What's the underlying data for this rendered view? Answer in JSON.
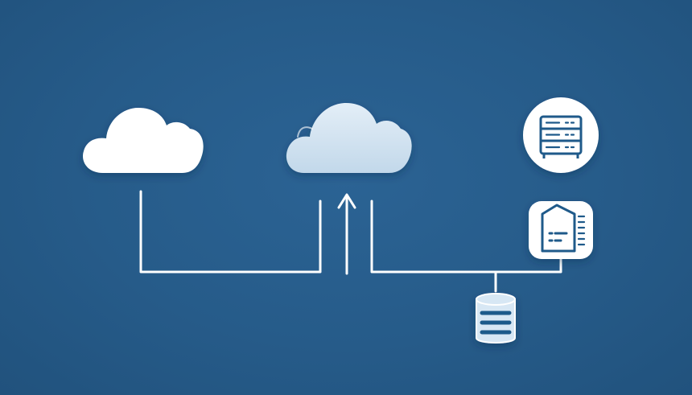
{
  "diagram": {
    "background_color": "#265b89",
    "line_color": "#ffffff",
    "accent_color": "#1f5a8a",
    "light_cloud_color": "#ffffff",
    "tinted_cloud_color": "#d6e6f2",
    "database_fill_color": "#d7e7f4",
    "nodes": [
      {
        "id": "cloud-left",
        "icon": "cloud-icon"
      },
      {
        "id": "cloud-center",
        "icon": "cloud-icon"
      },
      {
        "id": "server-rack",
        "icon": "server-rack-icon"
      },
      {
        "id": "gateway-device",
        "icon": "gateway-icon"
      },
      {
        "id": "database",
        "icon": "database-icon"
      }
    ],
    "connections": [
      {
        "from": "cloud-left",
        "to": "cloud-center",
        "style": "line"
      },
      {
        "from": "center-bus",
        "to": "cloud-center",
        "style": "arrow"
      },
      {
        "from": "cloud-center",
        "to": "gateway-device",
        "style": "line"
      },
      {
        "from": "center-bus",
        "to": "database",
        "style": "line"
      }
    ]
  }
}
